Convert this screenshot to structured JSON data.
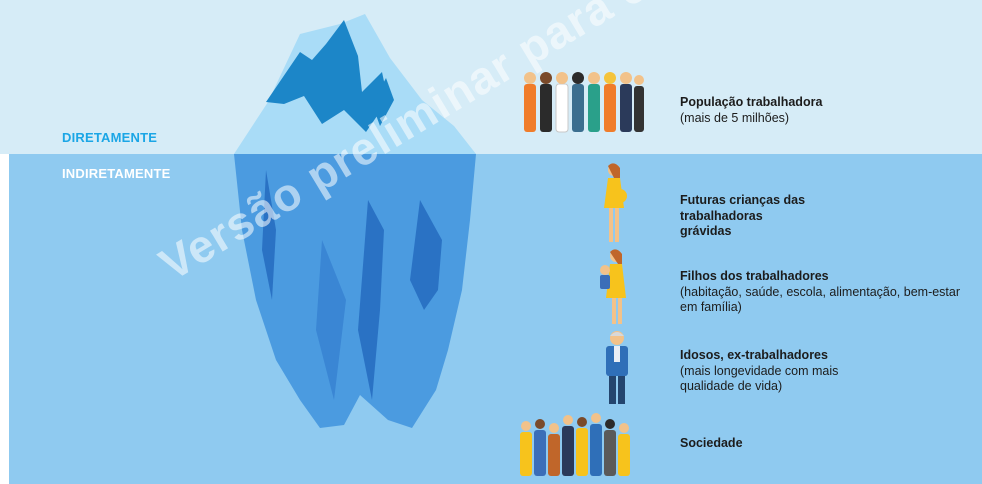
{
  "zones": {
    "direct": "DIRETAMENTE",
    "indirect": "INDIRETAMENTE"
  },
  "items": [
    {
      "title": "População trabalhadora",
      "detail": "(mais de 5 milhões)"
    },
    {
      "title": "Futuras crianças das trabalhadoras grávidas",
      "detail": ""
    },
    {
      "title": "Filhos dos trabalhadores",
      "detail": "(habitação, saúde, escola, alimentação, bem-estar em família)"
    },
    {
      "title": "Idosos, ex-trabalhadores",
      "detail": "(mais longevidade com mais qualidade de vida)"
    },
    {
      "title": "Sociedade",
      "detail": ""
    }
  ],
  "watermark": "Versão preliminar para efeitos de discussão",
  "colors": {
    "sky": "#d6ecf7",
    "sea": "#8fcaf0",
    "ice_top": "#a9dcf7",
    "ice_top_shadow": "#1c86c8",
    "ice_under": "#4b9be0",
    "ice_under_shadow": "#2a72c4",
    "accent": "#1ba6e6"
  },
  "icons": [
    "workers-group-icon",
    "pregnant-woman-icon",
    "mother-child-icon",
    "elderly-man-icon",
    "crowd-icon"
  ]
}
